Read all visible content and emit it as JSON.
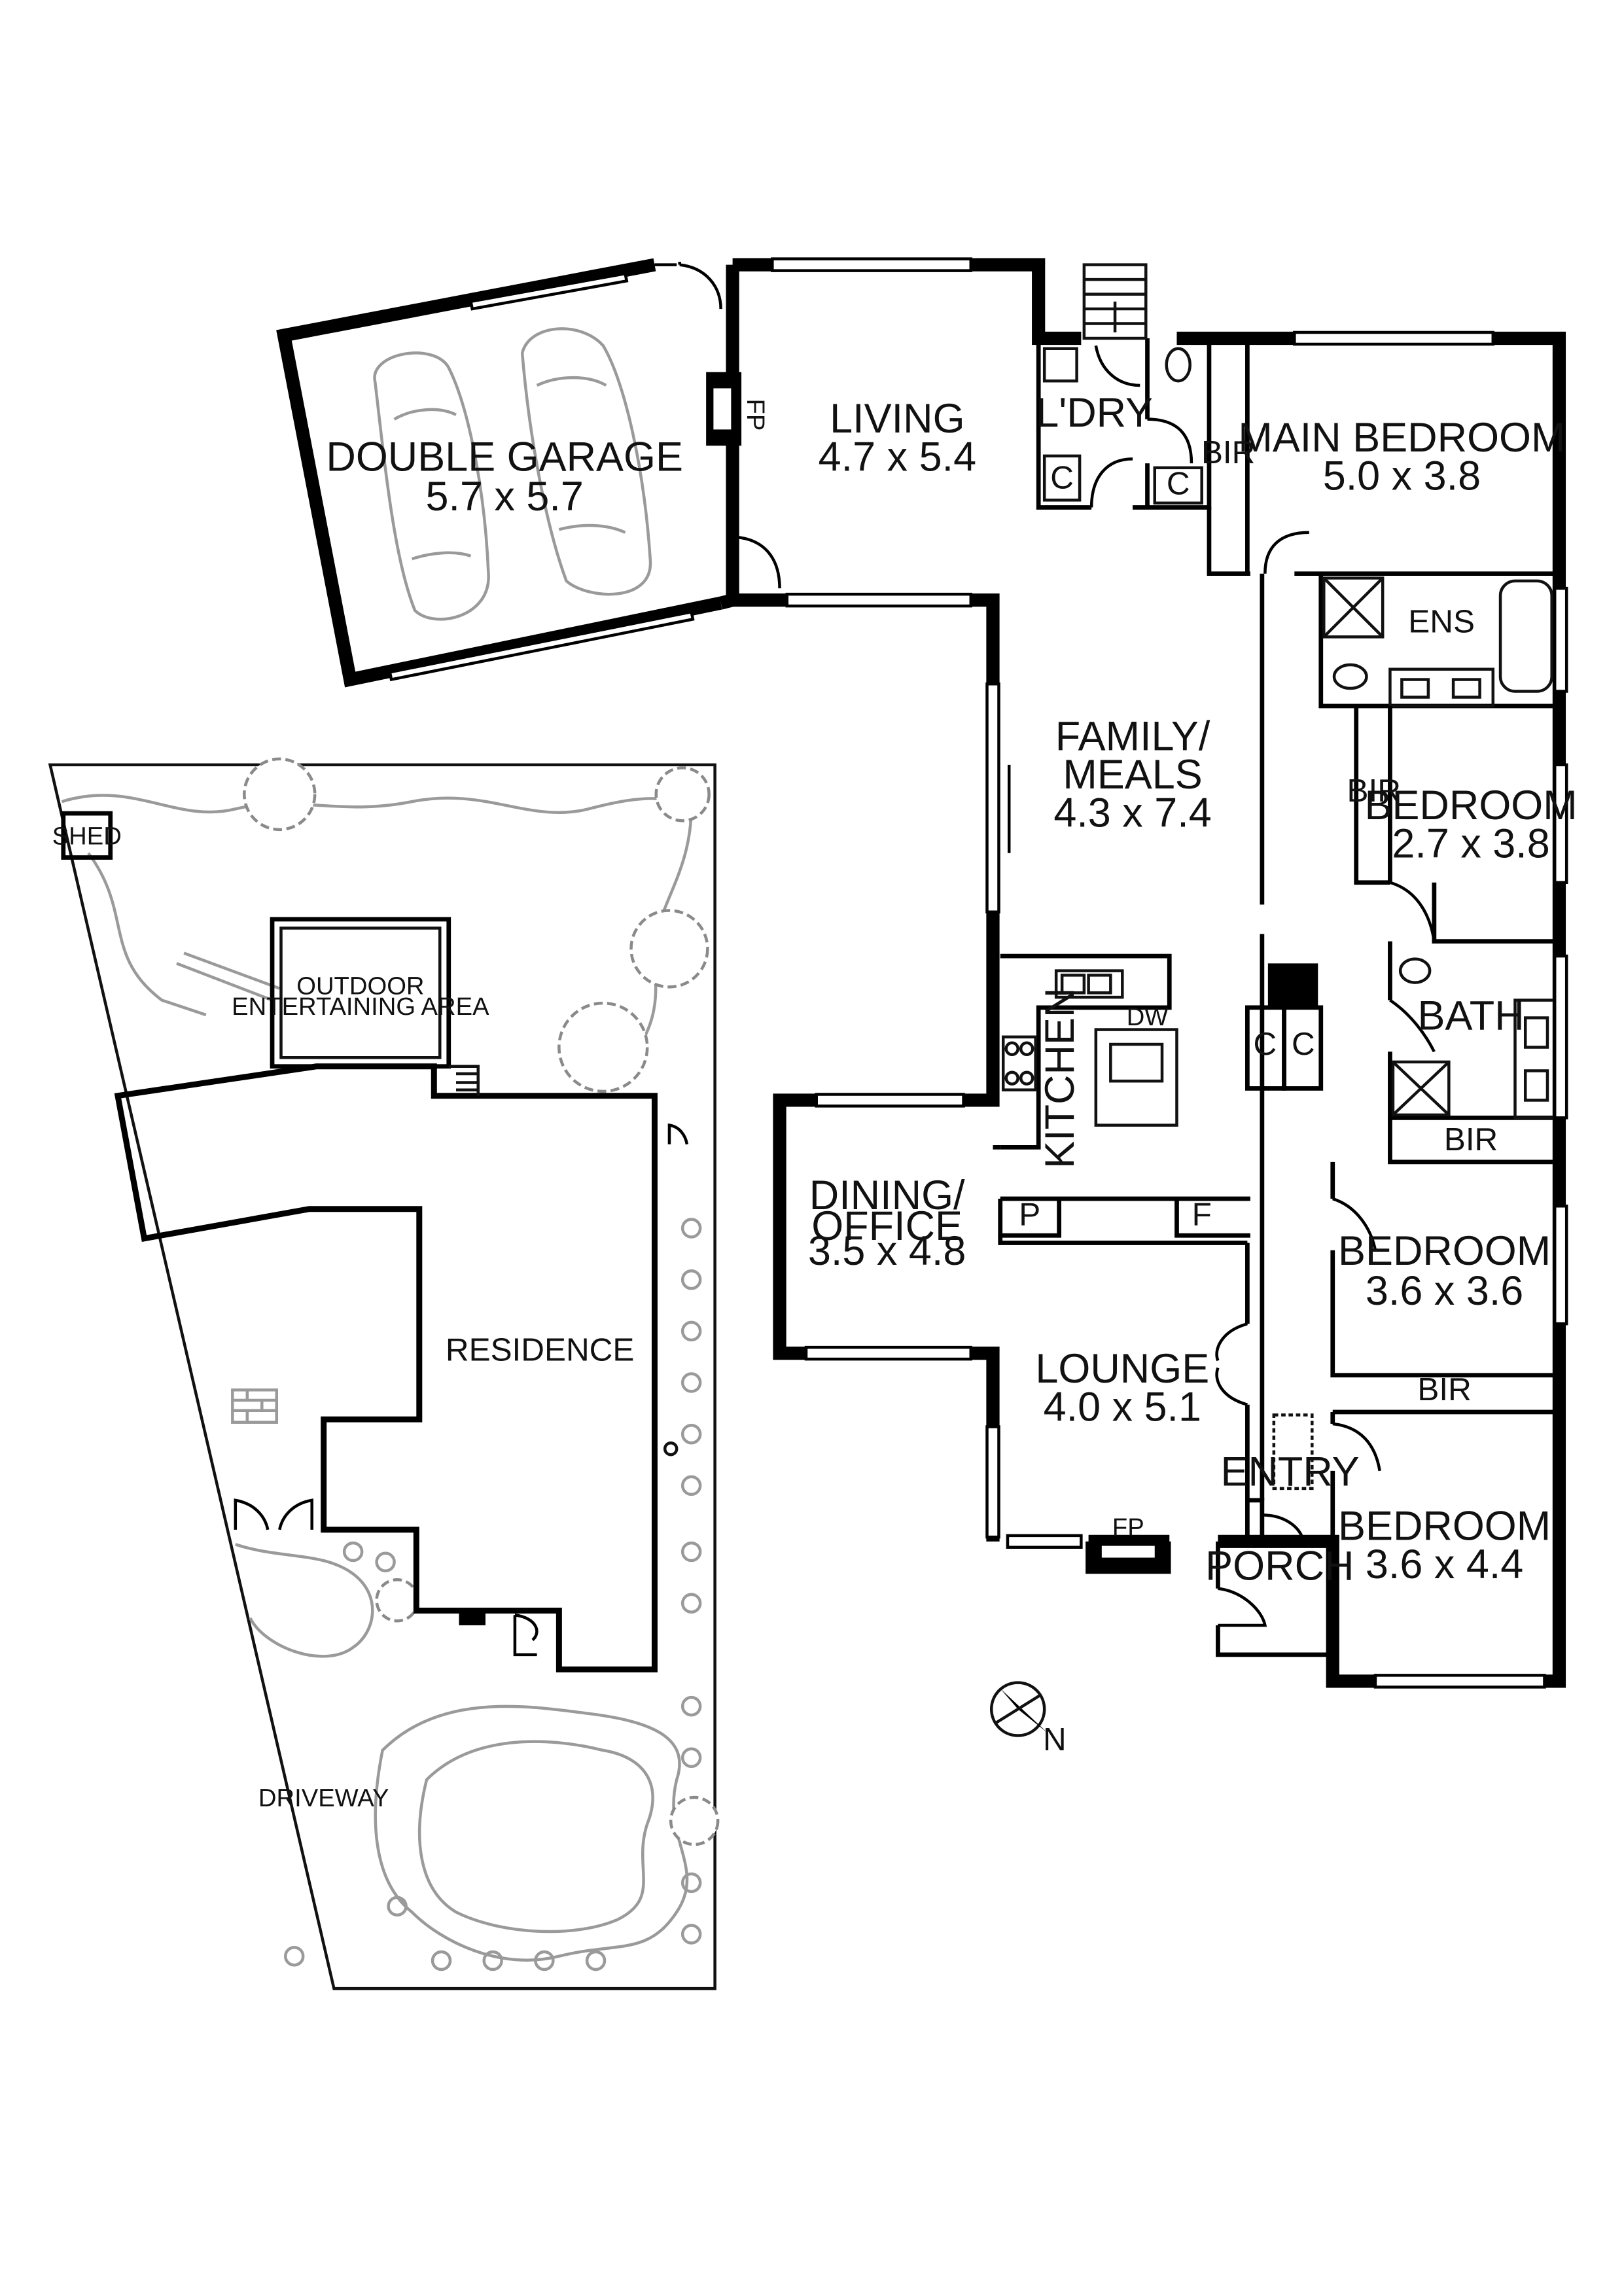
{
  "house": {
    "rooms": {
      "double_garage": {
        "name": "DOUBLE GARAGE",
        "size": "5.7 x 5.7"
      },
      "living": {
        "name": "LIVING",
        "size": "4.7 x 5.4"
      },
      "laundry": {
        "name": "L'DRY"
      },
      "main_bedroom": {
        "name": "MAIN BEDROOM",
        "size": "5.0 x 3.8"
      },
      "ensuite": {
        "name": "ENS"
      },
      "family_meals": {
        "name_line1": "FAMILY/",
        "name_line2": "MEALS",
        "size": "4.3 x 7.4"
      },
      "bedroom_2": {
        "name": "BEDROOM",
        "size": "2.7 x 3.8"
      },
      "kitchen": {
        "name": "KITCHEN"
      },
      "bath": {
        "name": "BATH"
      },
      "dining_office": {
        "name_line1": "DINING/",
        "name_line2": "OFFICE",
        "size": "3.5 x 4.8"
      },
      "bedroom_3": {
        "name": "BEDROOM",
        "size": "3.6 x 3.6"
      },
      "lounge": {
        "name": "LOUNGE",
        "size": "4.0 x 5.1"
      },
      "entry": {
        "name": "ENTRY"
      },
      "bedroom_4": {
        "name": "BEDROOM",
        "size": "3.6 x 4.4"
      },
      "porch": {
        "name": "PORCH"
      }
    },
    "fixtures": {
      "fp": "FP",
      "bir": "BIR",
      "cupboard": "C",
      "pantry": "P",
      "fridge": "F",
      "dishwasher": "DW"
    },
    "compass": "N"
  },
  "site": {
    "shed": "SHED",
    "outdoor_line1": "OUTDOOR",
    "outdoor_line2": "ENTERTAINING AREA",
    "residence": "RESIDENCE",
    "driveway": "DRIVEWAY"
  }
}
